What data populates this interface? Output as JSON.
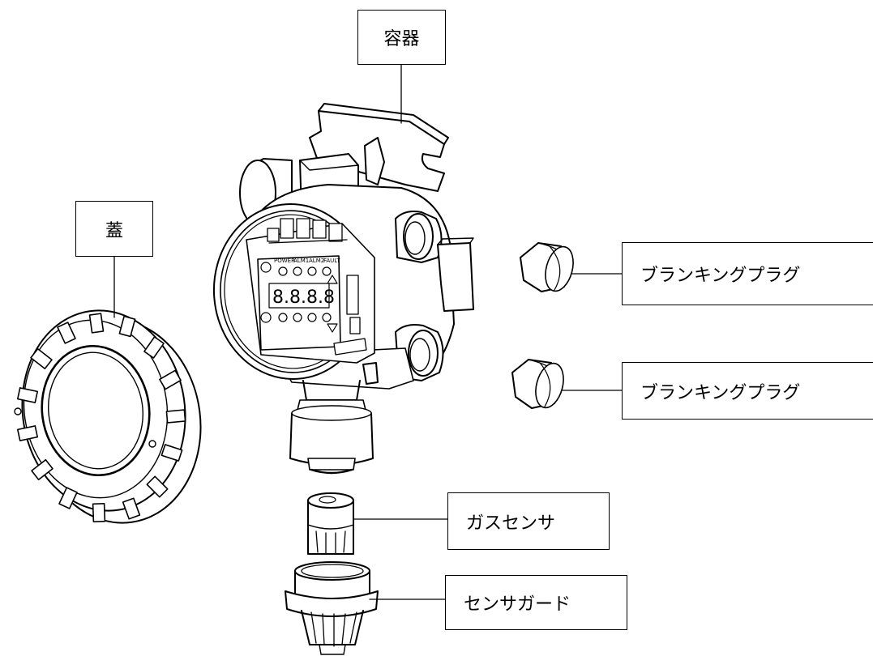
{
  "labels": {
    "container": "容器",
    "lid": "蓋",
    "blanking_plug_1": "ブランキングプラグ",
    "blanking_plug_2": "ブランキングプラグ",
    "gas_sensor": "ガスセンサ",
    "sensor_guard": "センサガード"
  },
  "panel": {
    "top_labels": [
      "POWER",
      "ALM1",
      "ALM2",
      "FAULT"
    ],
    "display": "8.8.8.8"
  },
  "colors": {
    "line": "#000000",
    "fill": "#ffffff"
  }
}
